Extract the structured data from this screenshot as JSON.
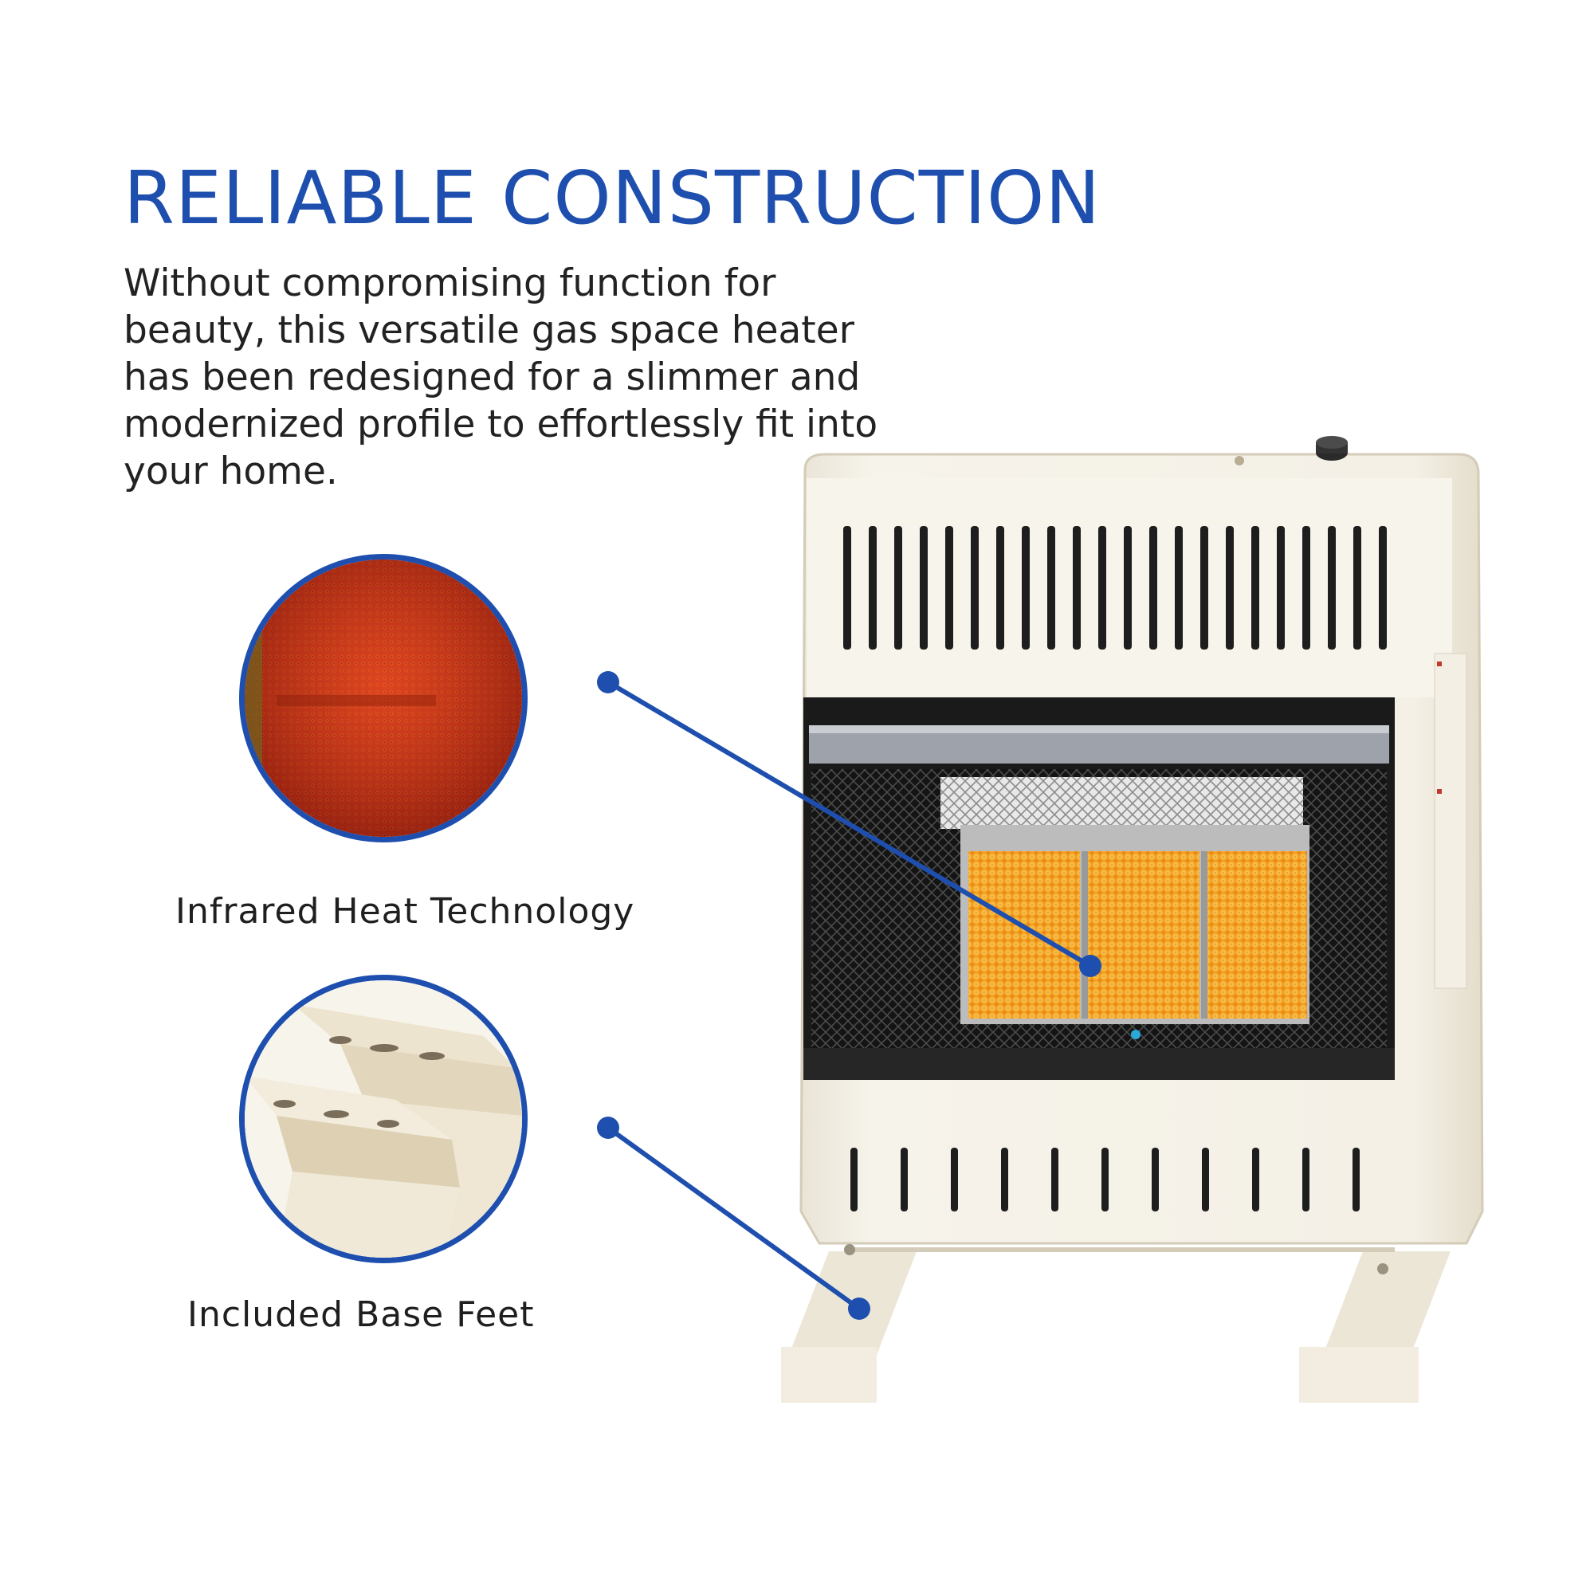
{
  "headline": "RELIABLE CONSTRUCTION",
  "description": "Without compromising function for beauty, this versatile gas space heater has been redesigned for a slimmer and modernized profile to effortlessly fit into your home.",
  "callouts": [
    {
      "label": "Infrared Heat Technology",
      "icon": "infrared-mesh-closeup"
    },
    {
      "label": "Included Base Feet",
      "icon": "base-feet-closeup"
    }
  ],
  "colors": {
    "accent": "#1e4fae",
    "heater_body": "#f1ede3",
    "burner_glow": "#f5a623"
  }
}
